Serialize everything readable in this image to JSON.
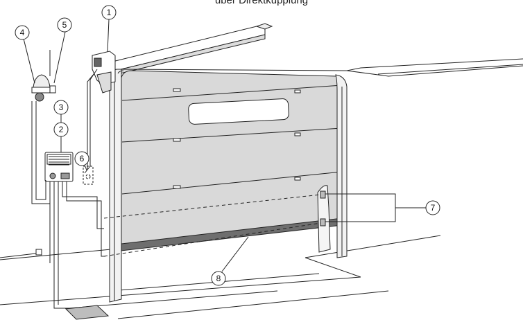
{
  "caption": "über Direktkupplung",
  "callouts": [
    {
      "id": "1",
      "label": "1"
    },
    {
      "id": "2",
      "label": "2"
    },
    {
      "id": "3",
      "label": "3"
    },
    {
      "id": "4",
      "label": "4"
    },
    {
      "id": "5",
      "label": "5"
    },
    {
      "id": "6",
      "label": "6"
    },
    {
      "id": "7",
      "label": "7"
    },
    {
      "id": "8",
      "label": "8"
    }
  ],
  "colors": {
    "line": "#222222",
    "panel": "#d9d9d9",
    "seal": "#6e6e6e",
    "frame_shadow": "#bdbdbd"
  }
}
